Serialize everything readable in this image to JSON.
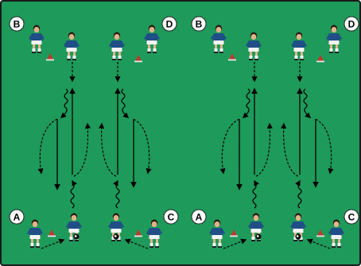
{
  "diagram": {
    "field_color": "#1e9a5a",
    "border_color": "#1a1a1a",
    "line_color": "#000000",
    "jersey_color": "#1f4f86",
    "cone_color": "#c0392b",
    "label_bg": "#ffffff",
    "markers": [
      "B",
      "D",
      "B",
      "D",
      "A",
      "C",
      "A",
      "C"
    ]
  }
}
